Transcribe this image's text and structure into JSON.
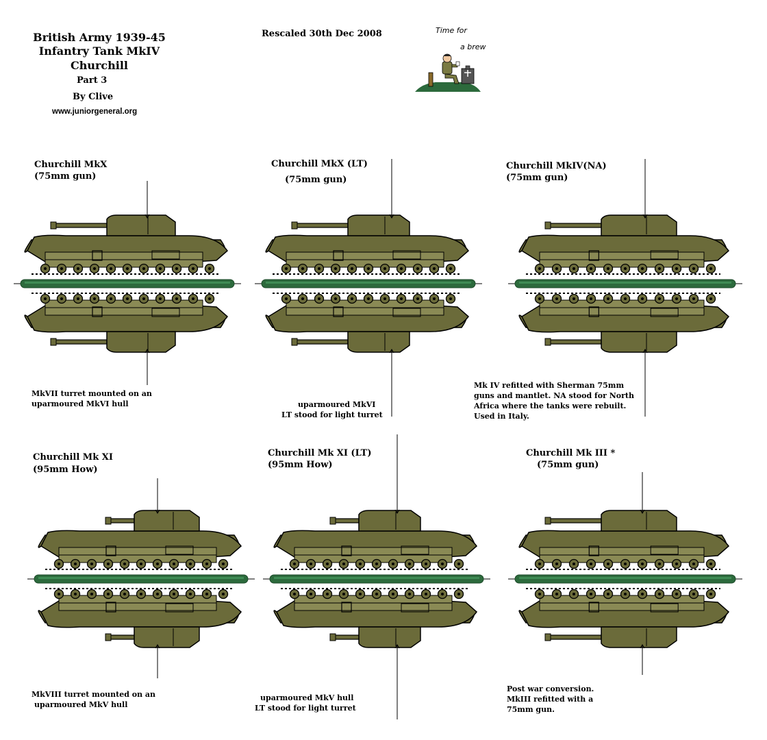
{
  "header": {
    "title_lines": [
      "British Army 1939-45",
      "Infantry Tank MkIV",
      "Churchill"
    ],
    "part": "Part 3",
    "author": "By Clive",
    "website": "www.juniorgeneral.org",
    "rescaled": "Rescaled 30th Dec 2008",
    "cartoon_caption_1": "Time for",
    "cartoon_caption_2": "a brew"
  },
  "tanks": [
    {
      "title": "Churchill MkX",
      "subtitle": "(75mm gun)",
      "note": [
        "MkVII turret mounted on an",
        "uparmoured MkVI hull"
      ]
    },
    {
      "title": "Churchill MkX (LT)",
      "subtitle": "(75mm gun)",
      "note": [
        "uparmoured MkVI",
        "LT stood for light turret"
      ]
    },
    {
      "title": "Churchill MkIV(NA)",
      "subtitle": "(75mm gun)",
      "note": [
        "Mk IV refitted with Sherman 75mm",
        "guns and mantlet. NA stood for North",
        "Africa where the tanks were rebuilt.",
        "Used in Italy."
      ]
    },
    {
      "title": "Churchill Mk XI",
      "subtitle": "(95mm How)",
      "note": [
        "MkVIII turret mounted on an",
        "uparmoured MkV hull"
      ]
    },
    {
      "title": "Churchill Mk XI (LT)",
      "subtitle": "(95mm How)",
      "note": [
        "uparmoured MkV hull",
        "LT stood for light turret"
      ]
    },
    {
      "title": "Churchill Mk III *",
      "subtitle": "(75mm gun)",
      "note": [
        "Post war conversion.",
        "MkIII refitted with a",
        "75mm gun."
      ]
    }
  ],
  "colors": {
    "hull": "#6b6b3a",
    "hull_light": "#8a8a55",
    "outline": "#000000",
    "base": "#2c6a3c",
    "base_light": "#3f8c55"
  }
}
